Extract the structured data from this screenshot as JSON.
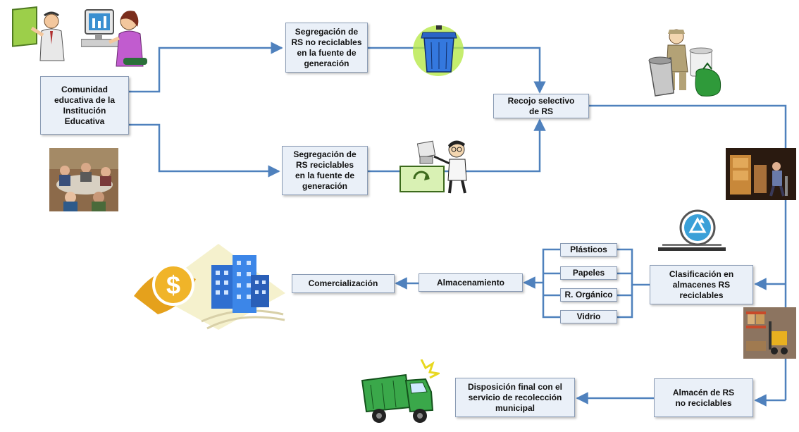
{
  "nodes": {
    "comunidad": "Comunidad\neducativa de la\nInstitución\nEducativa",
    "seg_no_recic": "Segregación de\nRS no reciclables\nen la fuente de\ngeneración",
    "seg_recic": "Segregación de\nRS reciclables\nen la fuente de\ngeneración",
    "recojo": "Recojo selectivo\nde RS",
    "clasificacion": "Clasificación en\nalmacenes RS\nreciclables",
    "plasticos": "Plásticos",
    "papeles": "Papeles",
    "organico": "R. Orgánico",
    "vidrio": "Vidrio",
    "almacenamiento": "Almacenamiento",
    "comercializacion": "Comercialización",
    "almacen_no_recic": "Almacén de RS\nno reciclables",
    "disposicion": "Disposición final con el\nservicio de recolección\nmunicipal"
  },
  "colors": {
    "connector": "#4f81bd",
    "box_fill": "#eaf0f8",
    "box_border": "#8a9bb4"
  },
  "clipart": {
    "teacher": "teacher-at-board-icon",
    "computer_user": "woman-at-computer-icon",
    "meeting": "meeting-photo",
    "trash_can": "blue-trash-can-icon",
    "recycle_person": "person-recycling-icon",
    "garbage_collector": "garbage-collector-icon",
    "warehouse_worker": "warehouse-worker-photo",
    "recycle_symbol": "recycle-symbol-icon",
    "forklift": "forklift-warehouse-photo",
    "money_building": "money-and-buildings-icon",
    "garbage_truck": "garbage-truck-icon"
  }
}
